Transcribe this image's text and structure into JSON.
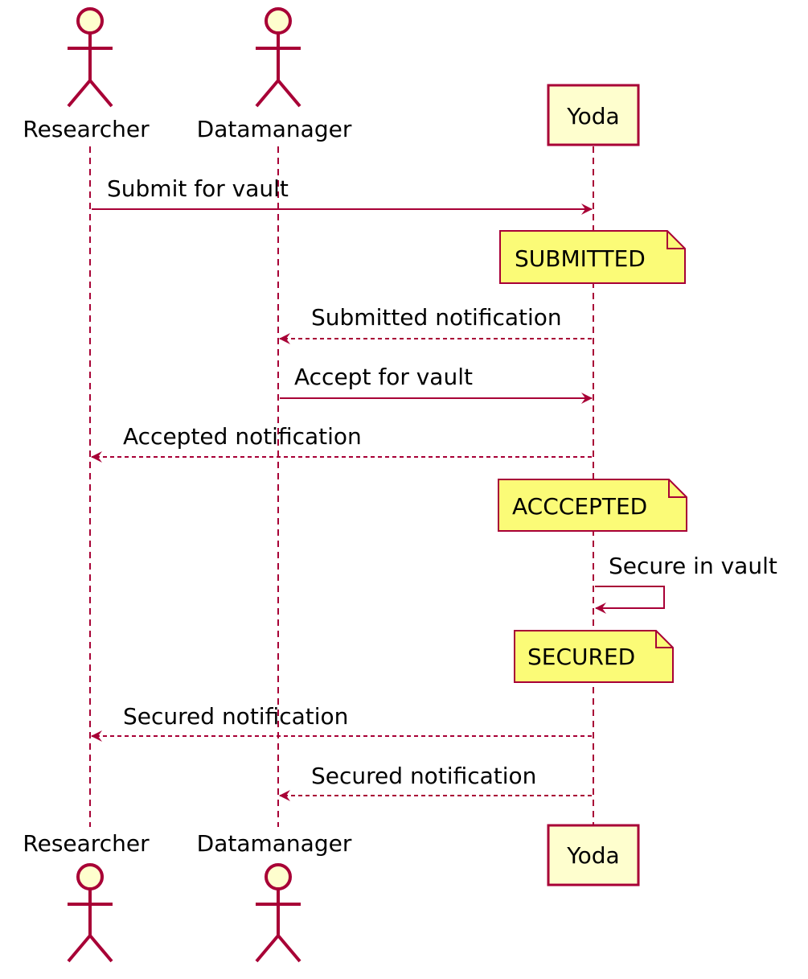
{
  "colors": {
    "line": "#A80036",
    "actor_fill": "#FEFECE",
    "participant_fill": "#FEFECE",
    "note_fill": "#FBFB77",
    "text": "#000000"
  },
  "participants": [
    {
      "id": "researcher",
      "label": "Researcher",
      "kind": "actor"
    },
    {
      "id": "datamanager",
      "label": "Datamanager",
      "kind": "actor"
    },
    {
      "id": "yoda",
      "label": "Yoda",
      "kind": "participant"
    }
  ],
  "messages": [
    {
      "label": "Submit for vault",
      "from": "researcher",
      "to": "yoda",
      "style": "solid"
    },
    {
      "label": "SUBMITTED",
      "kind": "note",
      "on": "yoda"
    },
    {
      "label": "Submitted notification",
      "from": "yoda",
      "to": "datamanager",
      "style": "dashed"
    },
    {
      "label": "Accept for vault",
      "from": "datamanager",
      "to": "yoda",
      "style": "solid"
    },
    {
      "label": "Accepted notification",
      "from": "yoda",
      "to": "researcher",
      "style": "dashed"
    },
    {
      "label": "ACCCEPTED",
      "kind": "note",
      "on": "yoda"
    },
    {
      "label": "Secure in vault",
      "from": "yoda",
      "to": "yoda",
      "style": "solid"
    },
    {
      "label": "SECURED",
      "kind": "note",
      "on": "yoda"
    },
    {
      "label": "Secured notification",
      "from": "yoda",
      "to": "researcher",
      "style": "dashed"
    },
    {
      "label": "Secured notification",
      "from": "yoda",
      "to": "datamanager",
      "style": "dashed"
    }
  ]
}
